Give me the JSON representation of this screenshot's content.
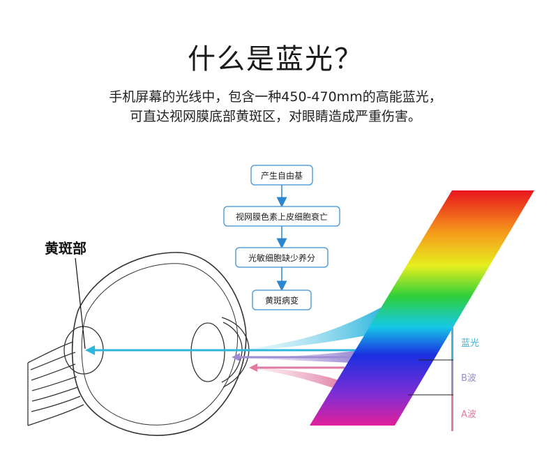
{
  "header": {
    "title": "什么是蓝光？",
    "subtitle_line1": "手机屏幕的光线中，包含一种450-470mm的高能蓝光，",
    "subtitle_line2": "可直达视网膜底部黄斑区，对眼睛造成严重伤害。"
  },
  "flow": {
    "steps": [
      "产生自由基",
      "视网膜色素上皮细胞衰亡",
      "光敏细胞缺少养分",
      "黄斑病变"
    ]
  },
  "eye": {
    "macula_label": "黄斑部"
  },
  "spectrum": {
    "bands": [
      {
        "label": "蓝光",
        "color": "#3fb5d9"
      },
      {
        "label": "B波",
        "color": "#9a8cc9"
      },
      {
        "label": "A波",
        "color": "#e27aa0"
      }
    ]
  },
  "colors": {
    "box_border": "#5aa0d8",
    "arrow_blue": "#2a86cf"
  }
}
